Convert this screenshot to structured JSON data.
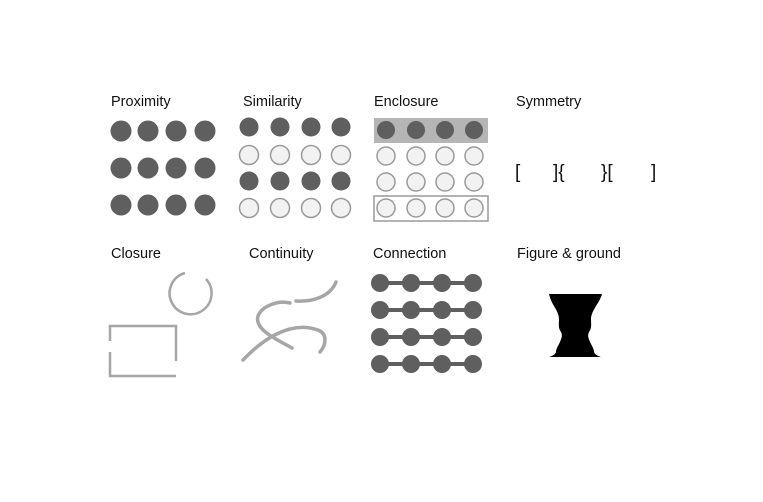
{
  "labels": {
    "proximity": "Proximity",
    "similarity": "Similarity",
    "enclosure": "Enclosure",
    "symmetry": "Symmetry",
    "closure": "Closure",
    "continuity": "Continuity",
    "connection": "Connection",
    "figure_ground": "Figure & ground"
  },
  "symmetry": {
    "glyphs": [
      "[",
      "]{",
      "}[",
      "]"
    ]
  },
  "colors": {
    "dark_dot": "#5f5f5f",
    "light_dot_fill": "#f2f2f2",
    "light_dot_stroke": "#9a9a9a",
    "enclosure_band": "#b5b5b5",
    "line_gray": "#a6a6a6",
    "figure_black": "#000000"
  }
}
